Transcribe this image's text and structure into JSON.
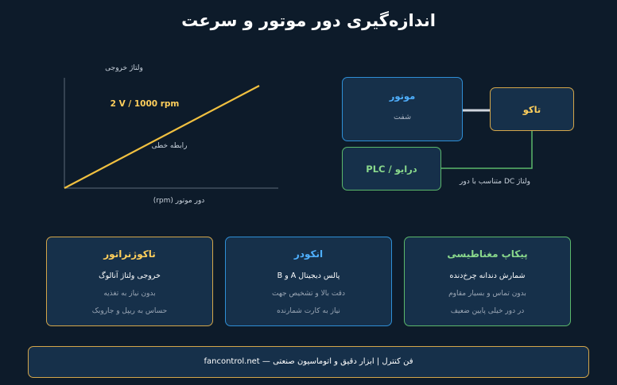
{
  "title": "اندازه‌گیری دور موتور و سرعت",
  "graph": {
    "y_label": "ولتاژ خروجی",
    "x_label": "دور موتور (rpm)",
    "rate_label": "2 V / 1000 rpm",
    "line_label": "رابطه خطی",
    "line_color": "#f0c040"
  },
  "diagram": {
    "motor": {
      "title": "موتور",
      "subtitle": "شفت"
    },
    "tacho": {
      "title": "تاکو"
    },
    "drive": {
      "title": "درایو / PLC"
    },
    "signal_label": "ولتاژ DC متناسب با دور"
  },
  "cards": [
    {
      "title": "تاکوژنراتور",
      "line1": "خروجی ولتاژ آنالوگ",
      "line2": "بدون نیاز به تغذیه",
      "line3": "حساس به ریپل و جاروبک",
      "color": "#ffcf5c"
    },
    {
      "title": "انکودر",
      "line1": "پالس دیجیتال A و B",
      "line2": "دقت بالا و تشخیص جهت",
      "line3": "نیاز به کارت شمارنده",
      "color": "#4fb0ff"
    },
    {
      "title": "پیکاپ مغناطیسی",
      "line1": "شمارش دندانه چرخ‌دنده",
      "line2": "بدون تماس و بسیار مقاوم",
      "line3": "در دور خیلی پایین ضعیف",
      "color": "#8ad98c"
    }
  ],
  "footer": "فن کنترل | ابزار دقیق و اتوماسیون صنعتی — fancontrol.net"
}
